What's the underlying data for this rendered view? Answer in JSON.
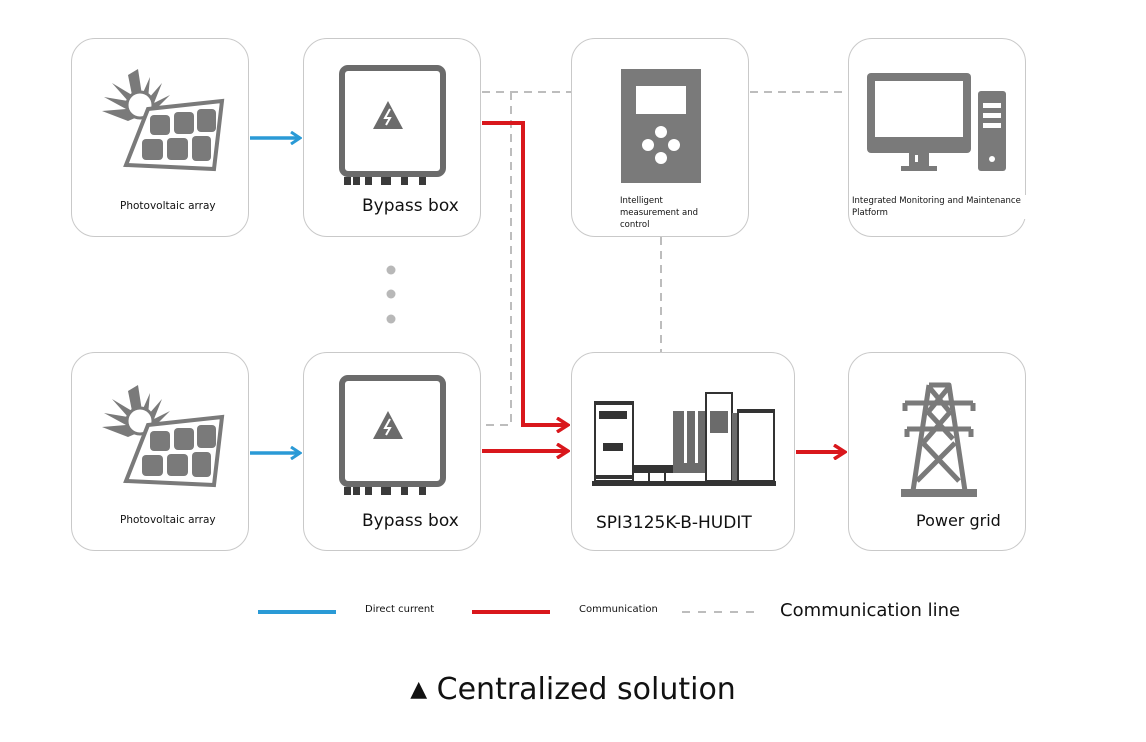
{
  "diagram": {
    "nodes": {
      "pv_top": {
        "label": "Photovoltaic array",
        "icon": "solar-panel-icon"
      },
      "bypass_top": {
        "label": "Bypass box",
        "icon": "combiner-box-icon"
      },
      "measure": {
        "label": "Intelligent measurement and control",
        "icon": "controller-icon"
      },
      "platform": {
        "label": "Integrated Monitoring and Maintenance Platform",
        "icon": "computer-icon"
      },
      "pv_bottom": {
        "label": "Photovoltaic array",
        "icon": "solar-panel-icon"
      },
      "bypass_bottom": {
        "label": "Bypass box",
        "icon": "combiner-box-icon"
      },
      "inverter": {
        "label": "SPI3125K-B-HUDIT",
        "icon": "inverter-station-icon"
      },
      "grid": {
        "label": "Power grid",
        "icon": "transmission-tower-icon"
      }
    },
    "edges": [
      {
        "from": "pv_top",
        "to": "bypass_top",
        "type": "direct_current"
      },
      {
        "from": "pv_bottom",
        "to": "bypass_bottom",
        "type": "direct_current"
      },
      {
        "from": "bypass_top",
        "to": "inverter",
        "type": "communication"
      },
      {
        "from": "bypass_bottom",
        "to": "inverter",
        "type": "communication"
      },
      {
        "from": "inverter",
        "to": "grid",
        "type": "communication"
      },
      {
        "from": "bypass_top",
        "to": "measure",
        "type": "communication_line"
      },
      {
        "from": "bypass_bottom",
        "to": "measure",
        "type": "communication_line"
      },
      {
        "from": "measure",
        "to": "platform",
        "type": "communication_line"
      },
      {
        "from": "measure",
        "to": "inverter",
        "type": "communication_line"
      }
    ],
    "ellipsis": "more strings"
  },
  "legend": [
    {
      "label": "Direct current",
      "style": "solid",
      "color": "#2a9ad6"
    },
    {
      "label": "Communication",
      "style": "solid",
      "color": "#d9171c"
    },
    {
      "label": "Communication line",
      "style": "dashed",
      "color": "#bdbdbd"
    }
  ],
  "caption": {
    "marker": "▲",
    "text": "Centralized solution"
  },
  "colors": {
    "dc": "#2a9ad6",
    "comm": "#d9171c",
    "dashed": "#bdbdbd",
    "icon_gray": "#7a7a7a",
    "border": "#c9c9c9"
  }
}
